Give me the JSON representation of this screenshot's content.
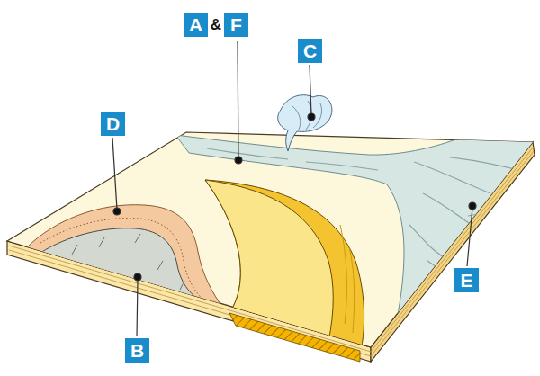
{
  "diagram": {
    "labels": [
      "A",
      "&",
      "F",
      "C",
      "D",
      "E",
      "B"
    ]
  }
}
